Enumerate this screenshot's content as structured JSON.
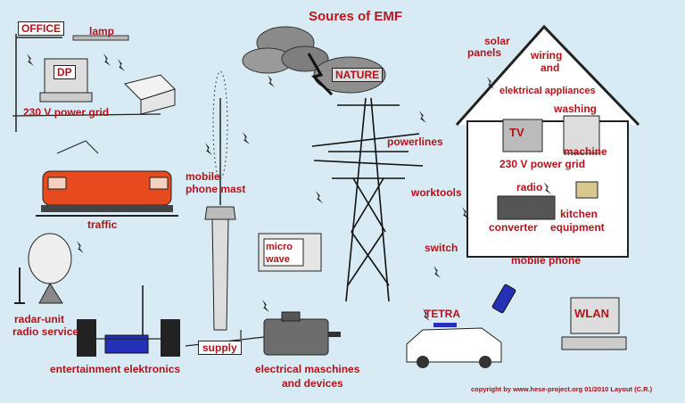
{
  "title": "Soures of EMF",
  "labels": {
    "office": "OFFICE",
    "lamp": "lamp",
    "dp": "DP",
    "office_power_grid": "230 V power grid",
    "nature": "NATURE",
    "traffic": "traffic",
    "mobile": "mobile",
    "phone_mast": "phone mast",
    "powerlines": "powerlines",
    "worktools": "worktools",
    "switch": "switch",
    "mobile_phone": "mobile phone",
    "micro": "micro",
    "wave": "wave",
    "radar_unit": "radar-unit",
    "radio_service": "radio service",
    "supply": "supply",
    "entertainment": "entertainment  elektronics",
    "electrical_machines": "electrical maschines",
    "and_devices": "and devices",
    "tetra": "TETRA",
    "wlan": "WLAN",
    "solar": "solar",
    "panels": "panels",
    "wiring": "wiring",
    "and": "and",
    "electrical_appliances": "elektrical appliances",
    "washing": "washing",
    "machine": "machine",
    "tv": "TV",
    "house_power_grid": "230 V power grid",
    "radio": "radio",
    "kitchen": "kitchen",
    "converter": "converter",
    "equipment": "equipment"
  },
  "copyright": "copyright by www.hese-project.org 01/2010   Layout (C.R.)",
  "colors": {
    "background": "#d8ebf4",
    "label_red": "#b5121b"
  }
}
